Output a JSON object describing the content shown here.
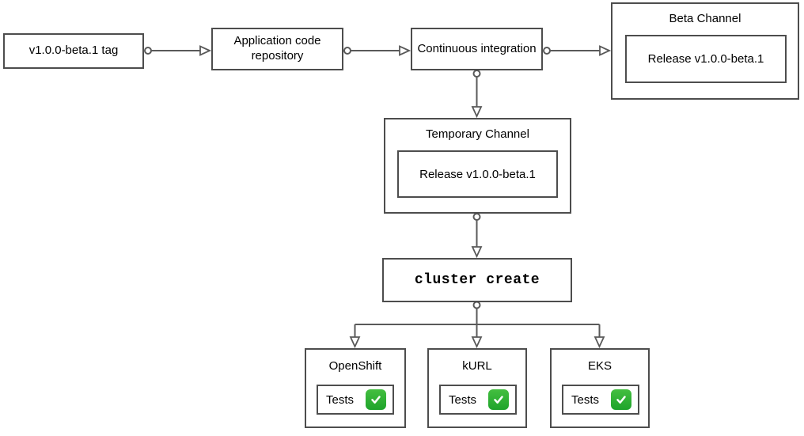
{
  "diagram": {
    "nodes": {
      "tag": {
        "label": "v1.0.0-beta.1 tag"
      },
      "app_repo": {
        "label": "Application code repository"
      },
      "ci": {
        "label": "Continuous integration"
      },
      "beta_channel": {
        "title": "Beta Channel",
        "release_label": "Release v1.0.0-beta.1"
      },
      "temp_channel": {
        "title": "Temporary Channel",
        "release_label": "Release v1.0.0-beta.1"
      },
      "cluster_create": {
        "label": "cluster create"
      },
      "clusters": [
        {
          "title": "OpenShift",
          "tests_label": "Tests",
          "status_icon": "check-mark-button"
        },
        {
          "title": "kURL",
          "tests_label": "Tests",
          "status_icon": "check-mark-button"
        },
        {
          "title": "EKS",
          "tests_label": "Tests",
          "status_icon": "check-mark-button"
        }
      ]
    },
    "colors": {
      "border": "#4d4d4d",
      "connector": "#595959",
      "node_fill": "#ffffff",
      "canvas_bg": "#ffffff",
      "text": "#000000",
      "check_green_top": "#44bf40",
      "check_green_bottom": "#1ea32b",
      "check_mark": "#ffffff"
    }
  }
}
